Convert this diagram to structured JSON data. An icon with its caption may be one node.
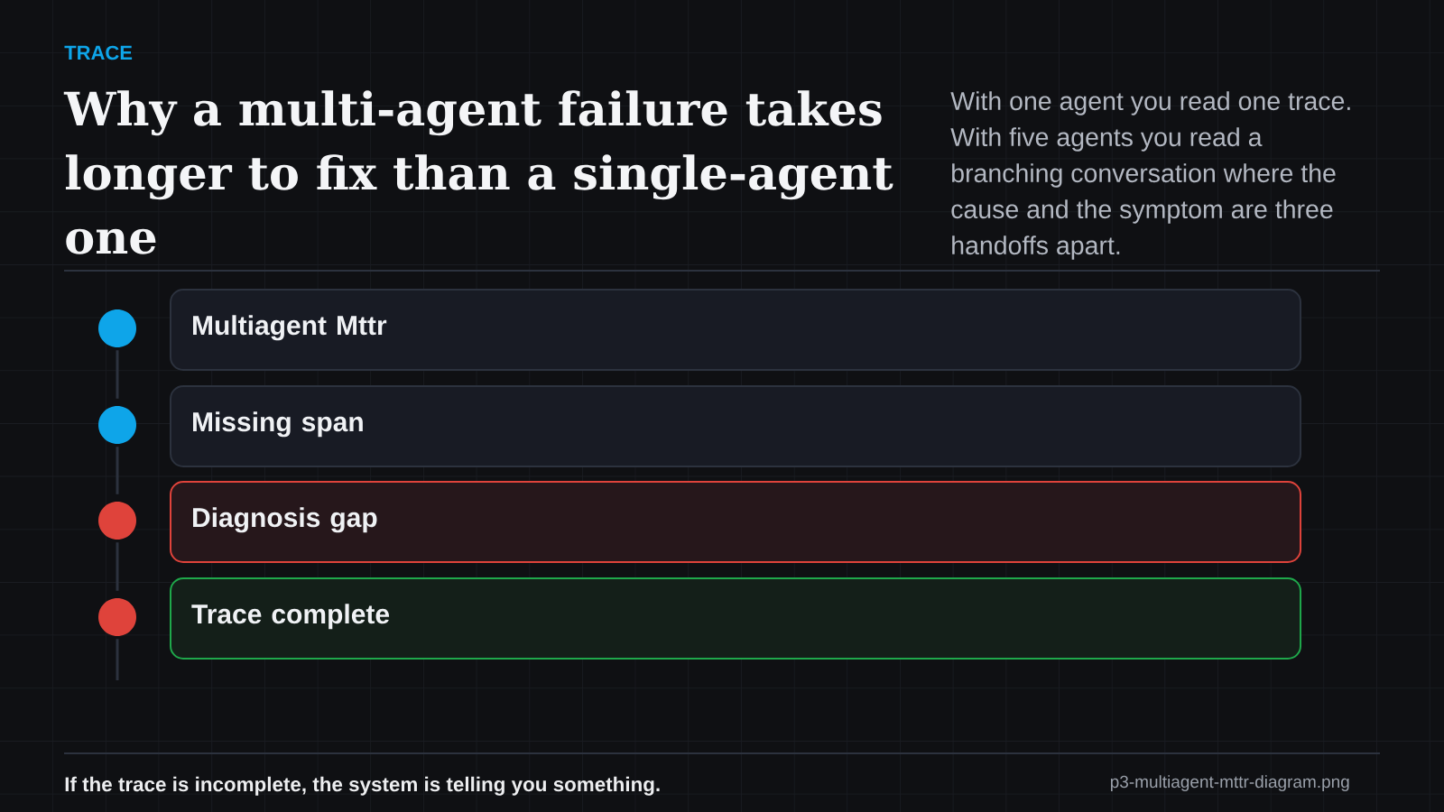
{
  "diagram": {
    "title": "Why a multi-agent failure takes longer to fix than a single-agent one",
    "caption": "If the trace is incomplete, the system is telling you something.",
    "nodes": [
      {
        "text": [],
        "shape": "circle"
      },
      {
        "text": [
          "Multiagent Mttr"
        ]
      },
      {
        "text": [],
        "shape": "circle"
      },
      {
        "text": [
          "Missing span"
        ]
      },
      {
        "text": [],
        "shape": "circle"
      },
      {
        "text": [
          "Diagnosis gap"
        ]
      },
      {
        "text": [],
        "shape": "circle"
      },
      {
        "text": [
          "Trace complete"
        ]
      }
    ],
    "edges": [
      {
        "from": 0,
        "to": 2,
        "arrow": "none"
      },
      {
        "from": 2,
        "to": 4,
        "arrow": "none"
      },
      {
        "from": 4,
        "to": 6,
        "arrow": "none"
      },
      {
        "from": 6,
        "to": null,
        "arrow": "none"
      }
    ],
    "labels": [
      "TRACE",
      "With one agent you read one trace. With five agents you read a branching conversation where the cause and the symptom are three handoffs apart.",
      "p3-multiagent-mttr-diagram.png"
    ]
  }
}
